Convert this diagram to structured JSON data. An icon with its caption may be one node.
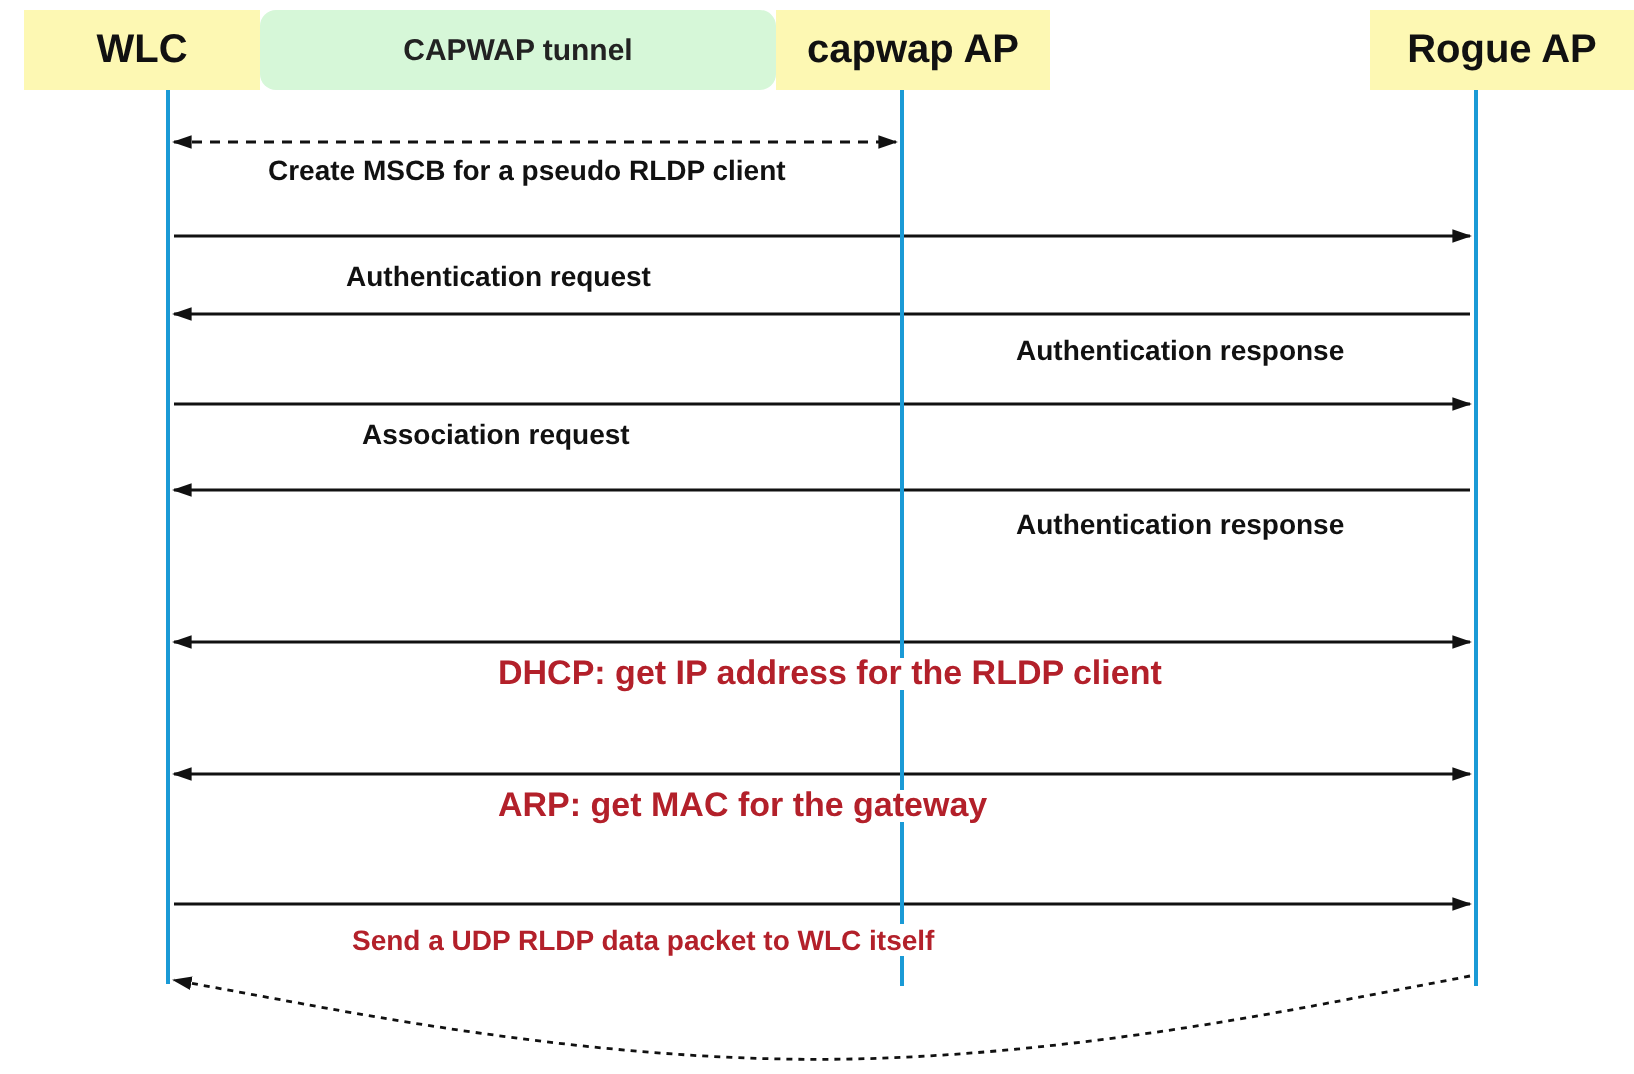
{
  "diagram": {
    "nodes": [
      {
        "text": [
          "WLC"
        ]
      },
      {
        "text": [
          "CAPWAP tunnel"
        ]
      },
      {
        "text": [
          "capwap AP"
        ]
      },
      {
        "text": [
          "Rogue AP"
        ]
      },
      {
        "text": [],
        "shape": "bar"
      },
      {
        "text": [],
        "shape": "bar"
      },
      {
        "text": [],
        "shape": "bar"
      }
    ],
    "edges": [
      {
        "from": 4,
        "to": 5,
        "arrow": "both",
        "style": "dashed",
        "label": "Create MSCB for a pseudo RLDP client"
      },
      {
        "from": 4,
        "to": 6,
        "arrow": "to",
        "label": "Authentication request"
      },
      {
        "from": 6,
        "to": 4,
        "arrow": "to",
        "label": "Authentication response"
      },
      {
        "from": 4,
        "to": 6,
        "arrow": "to",
        "label": "Association request"
      },
      {
        "from": 6,
        "to": 4,
        "arrow": "to",
        "label": "Authentication response"
      },
      {
        "from": 4,
        "to": 6,
        "arrow": "both",
        "label": "DHCP: get IP address for the RLDP client"
      },
      {
        "from": 4,
        "to": 6,
        "arrow": "both",
        "label": "ARP: get MAC for the gateway"
      },
      {
        "from": 4,
        "to": 6,
        "arrow": "to",
        "label": "Send a UDP RLDP data packet to WLC itself"
      },
      {
        "from": 6,
        "to": 4,
        "arrow": "to",
        "style": "dashed"
      }
    ]
  }
}
